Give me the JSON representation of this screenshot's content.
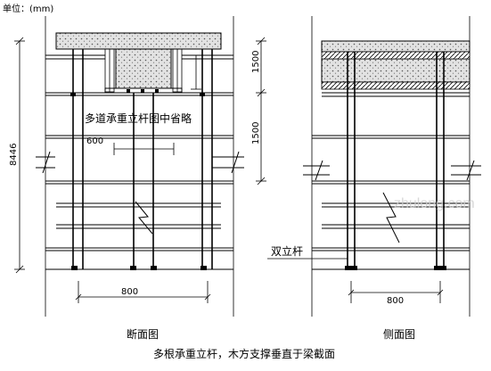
{
  "unit_label": "单位：(mm)",
  "left_view": {
    "title": "断面图",
    "note": "多道承重立杆图中省略",
    "dim_600": "600",
    "dim_8446": "8446",
    "dim_800": "800"
  },
  "right_view": {
    "title": "侧面图",
    "dim_1500_top": "1500",
    "dim_1500_mid": "1500",
    "double_pole_label": "双立杆",
    "dim_800": "800"
  },
  "caption": "多根承重立杆，木方支撑垂直于梁截面",
  "watermark": "zhulong.com",
  "colors": {
    "line": "#000000",
    "background": "#ffffff",
    "concrete_fill": "#d9d9d9"
  }
}
